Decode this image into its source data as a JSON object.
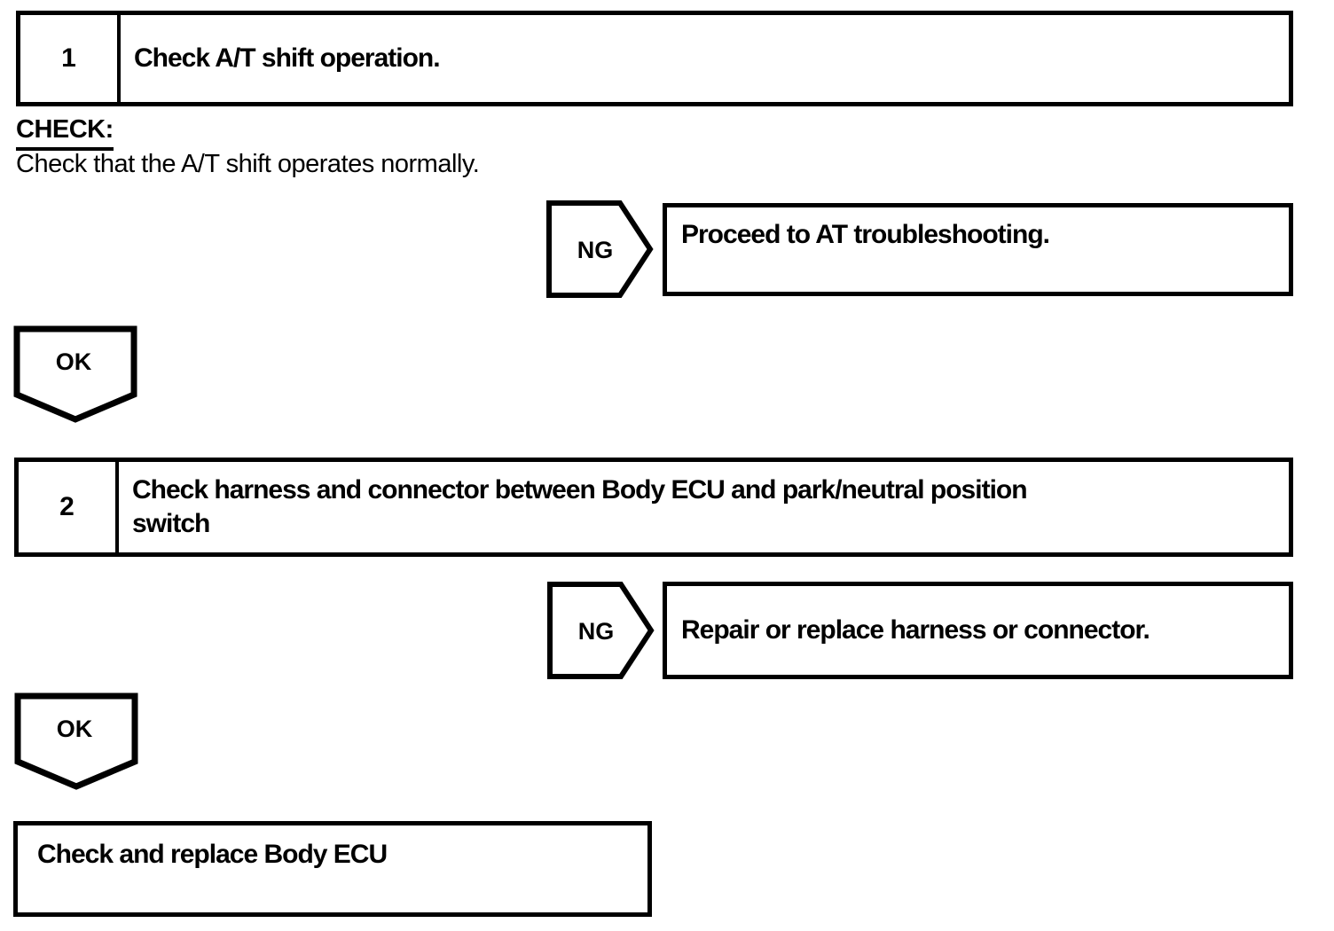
{
  "page": {
    "paper_color": "#ffffff",
    "ink_color": "#000000"
  },
  "steps": [
    {
      "number": "1",
      "title": "Check A/T shift operation.",
      "check_label": "CHECK:",
      "check_description": "Check that the A/T shift operates normally.",
      "ng": {
        "label": "NG",
        "result": "Proceed to AT troubleshooting."
      },
      "ok": {
        "label": "OK"
      }
    },
    {
      "number": "2",
      "title": "Check harness and connector between Body ECU and park/neutral position\nswitch",
      "ng": {
        "label": "NG",
        "result": "Repair or replace harness or connector."
      },
      "ok": {
        "label": "OK"
      }
    }
  ],
  "final_action": "Check and replace Body ECU"
}
